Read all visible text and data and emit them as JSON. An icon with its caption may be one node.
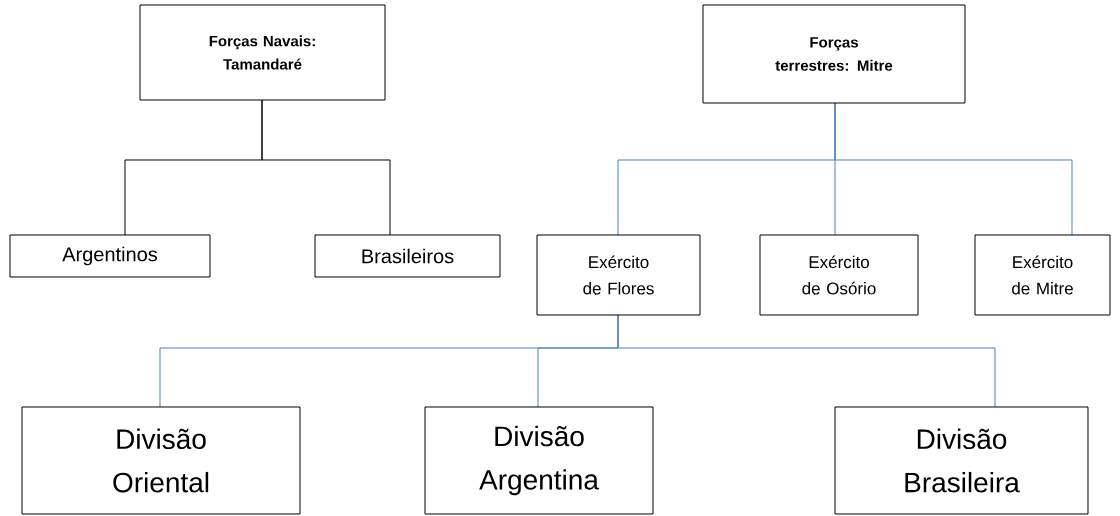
{
  "diagram": {
    "nodes": [
      {
        "text": [
          "Forças Navais: Tamandaré"
        ]
      },
      {
        "text": [
          "Forças terrestres: Mitre"
        ]
      },
      {
        "text": [
          "Argentinos"
        ]
      },
      {
        "text": [
          "Brasileiros"
        ]
      },
      {
        "text": [
          "Exército de Flores"
        ]
      },
      {
        "text": [
          "Exército de Osório"
        ]
      },
      {
        "text": [
          "Exército de Mitre"
        ]
      },
      {
        "text": [
          "Divisão Oriental"
        ]
      },
      {
        "text": [
          "Divisão Argentina"
        ]
      },
      {
        "text": [
          "Divisão Brasileira"
        ]
      }
    ],
    "edges": [
      {
        "from": 0,
        "to": 2,
        "arrow": "none",
        "color": "#000000"
      },
      {
        "from": 0,
        "to": 3,
        "arrow": "none",
        "color": "#000000"
      },
      {
        "from": 1,
        "to": 4,
        "arrow": "none"
      },
      {
        "from": 1,
        "to": 5,
        "arrow": "none"
      },
      {
        "from": 1,
        "to": 6,
        "arrow": "none"
      },
      {
        "from": 4,
        "to": 7,
        "arrow": "none"
      },
      {
        "from": 4,
        "to": 8,
        "arrow": "none"
      },
      {
        "from": 4,
        "to": 9,
        "arrow": "none"
      }
    ]
  }
}
